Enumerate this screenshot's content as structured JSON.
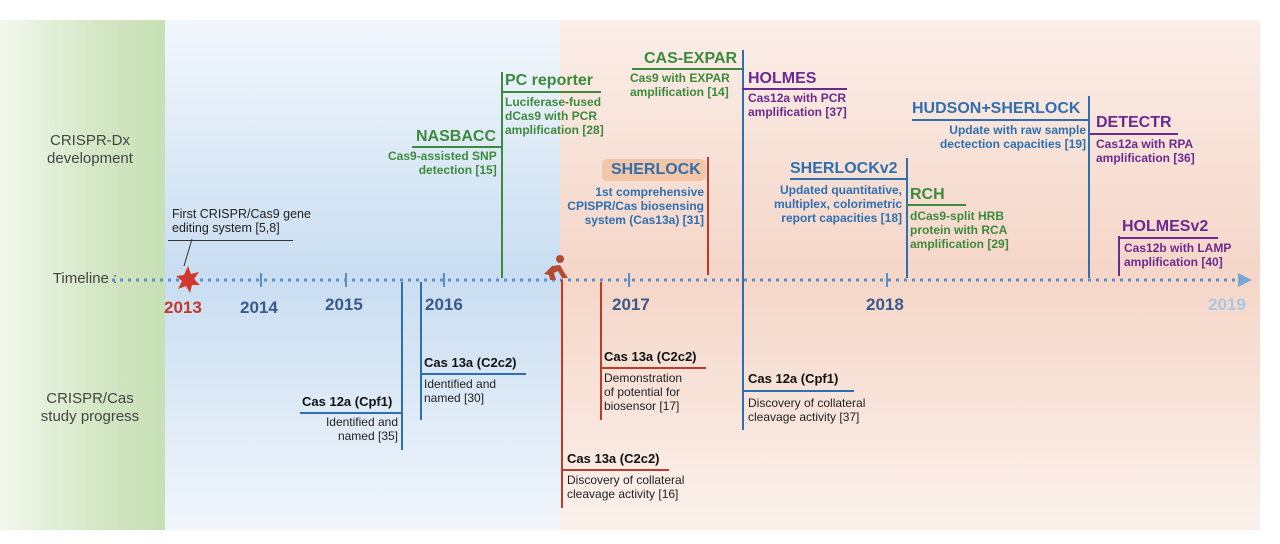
{
  "rows": {
    "dx": "CRISPR-Dx\ndevelopment",
    "timeline": "Timeline :",
    "study": "CRISPR/Cas\nstudy progress"
  },
  "years": [
    "2013",
    "2014",
    "2015",
    "2016",
    "2017",
    "2018",
    "2019"
  ],
  "events_top": {
    "pc_reporter": {
      "title": "PC reporter",
      "desc": "Luciferase-fused\ndCas9 with PCR\namplification [28]"
    },
    "nasbacc": {
      "title": "NASBACC",
      "desc": "Cas9-assisted SNP\ndetection [15]"
    },
    "first_cas9": {
      "desc": "First CRISPR/Cas9 gene\nediting system [5,8]"
    },
    "cas_expar": {
      "title": "CAS-EXPAR",
      "desc": "Cas9 with EXPAR\namplification [14]"
    },
    "holmes": {
      "title": "HOLMES",
      "desc": "Cas12a with PCR\namplification [37]"
    },
    "sherlock": {
      "title": "SHERLOCK",
      "desc": "1st comprehensive\nCPISPR/Cas biosensing\nsystem (Cas13a) [31]"
    },
    "sherlockv2": {
      "title": "SHERLOCKv2",
      "desc": "Updated quantitative,\nmultiplex, colorimetric\nreport capacities [18]"
    },
    "rch": {
      "title": "RCH",
      "desc": "dCas9-split HRB\nprotein with RCA\namplification [29]"
    },
    "hudson": {
      "title": "HUDSON+SHERLOCK",
      "desc": "Update with raw sample\ndectection capacities [19]"
    },
    "detectr": {
      "title": "DETECTR",
      "desc": "Cas12a with RPA\namplification [36]"
    },
    "holmesv2": {
      "title": "HOLMESv2",
      "desc": "Cas12b with LAMP\namplification [40]"
    }
  },
  "events_bottom": {
    "cas12a_id": {
      "title": "Cas 12a (Cpf1)",
      "desc": "Identified and\nnamed [35]"
    },
    "cas13a_id": {
      "title": "Cas 13a (C2c2)",
      "desc": "Identified and\nnamed [30]"
    },
    "cas13a_coll": {
      "title": "Cas 13a (C2c2)",
      "desc": "Discovery of collateral\ncleavage activity [16]"
    },
    "cas13a_demo": {
      "title": "Cas 13a (C2c2)",
      "desc": "Demonstration\nof potential for\nbiosensor [17]"
    },
    "cas12a_coll": {
      "title": "Cas 12a (Cpf1)",
      "desc": "Discovery of collateral\ncleavage activity [37]"
    }
  },
  "colors": {
    "green": "#3c8a3c",
    "blue": "#2f6fb0",
    "purple": "#6a2a90",
    "red": "#c0392b",
    "timeline": "#5b8fc9"
  }
}
